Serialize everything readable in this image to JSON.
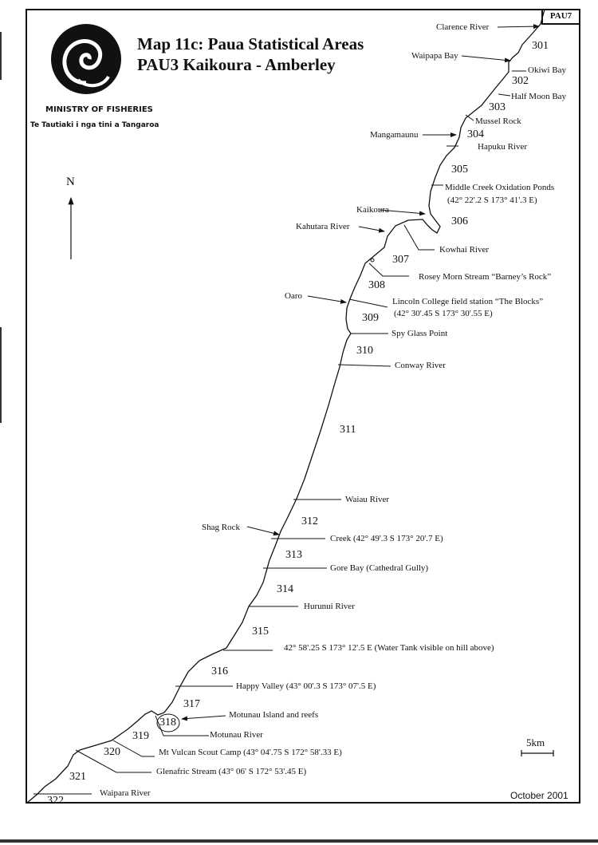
{
  "title": {
    "line1": "Map 11c: Paua Statistical Areas",
    "line2": "PAU3 Kaikoura - Amberley"
  },
  "organization": {
    "name": "MINISTRY OF FISHERIES",
    "motto": "Te Tautiaki i nga tini a Tangaroa"
  },
  "north_label": "N",
  "adjacent_area": "PAU7",
  "areas": [
    "301",
    "302",
    "303",
    "304",
    "305",
    "306",
    "307",
    "308",
    "309",
    "310",
    "311",
    "312",
    "313",
    "314",
    "315",
    "316",
    "317",
    "318",
    "319",
    "320",
    "321",
    "322..."
  ],
  "places": {
    "clarence": "Clarence River",
    "waipapa": "Waipapa Bay",
    "okiwi": "Okiwi Bay",
    "halfmoon": "Half  Moon Bay",
    "mussel": "Mussel Rock",
    "mangamaunu": "Mangamaunu",
    "hapuku": "Hapuku River",
    "middlecreek": "Middle Creek Oxidation Ponds",
    "middlecreek_coord": "(42° 22'.2 S  173° 41'.3 E)",
    "kaikoura": "Kaikoura",
    "kahutara": "Kahutara River",
    "kowhai": "Kowhai River",
    "rosey": "Rosey Morn Stream “Barney’s Rock”",
    "oaro": "Oaro",
    "lincoln": "Lincoln College field station “The Blocks”",
    "lincoln_coord": "(42° 30'.45 S  173° 30'.55 E)",
    "spyglass": "Spy Glass Point",
    "conway": "Conway River",
    "waiau": "Waiau River",
    "shag": "Shag Rock",
    "creek": "Creek (42° 49'.3 S  173° 20'.7 E)",
    "gorebay": "Gore Bay (Cathedral Gully)",
    "hurunui": "Hurunui River",
    "watertank": "42° 58'.25 S  173° 12'.5 E (Water Tank visible on hill above)",
    "happyvalley": "Happy Valley (43° 00'.3 S  173° 07'.5 E)",
    "motunau_island": "Motunau Island and reefs",
    "motunau_river": "Motunau River",
    "mtvulcan": "Mt Vulcan Scout Camp (43° 04'.75 S  172° 58'.33 E)",
    "glenafric": "Glenafric Stream (43° 06' S  172° 53'.45 E)",
    "waipara": "Waipara River"
  },
  "scale_label": "5km",
  "date": "October 2001"
}
